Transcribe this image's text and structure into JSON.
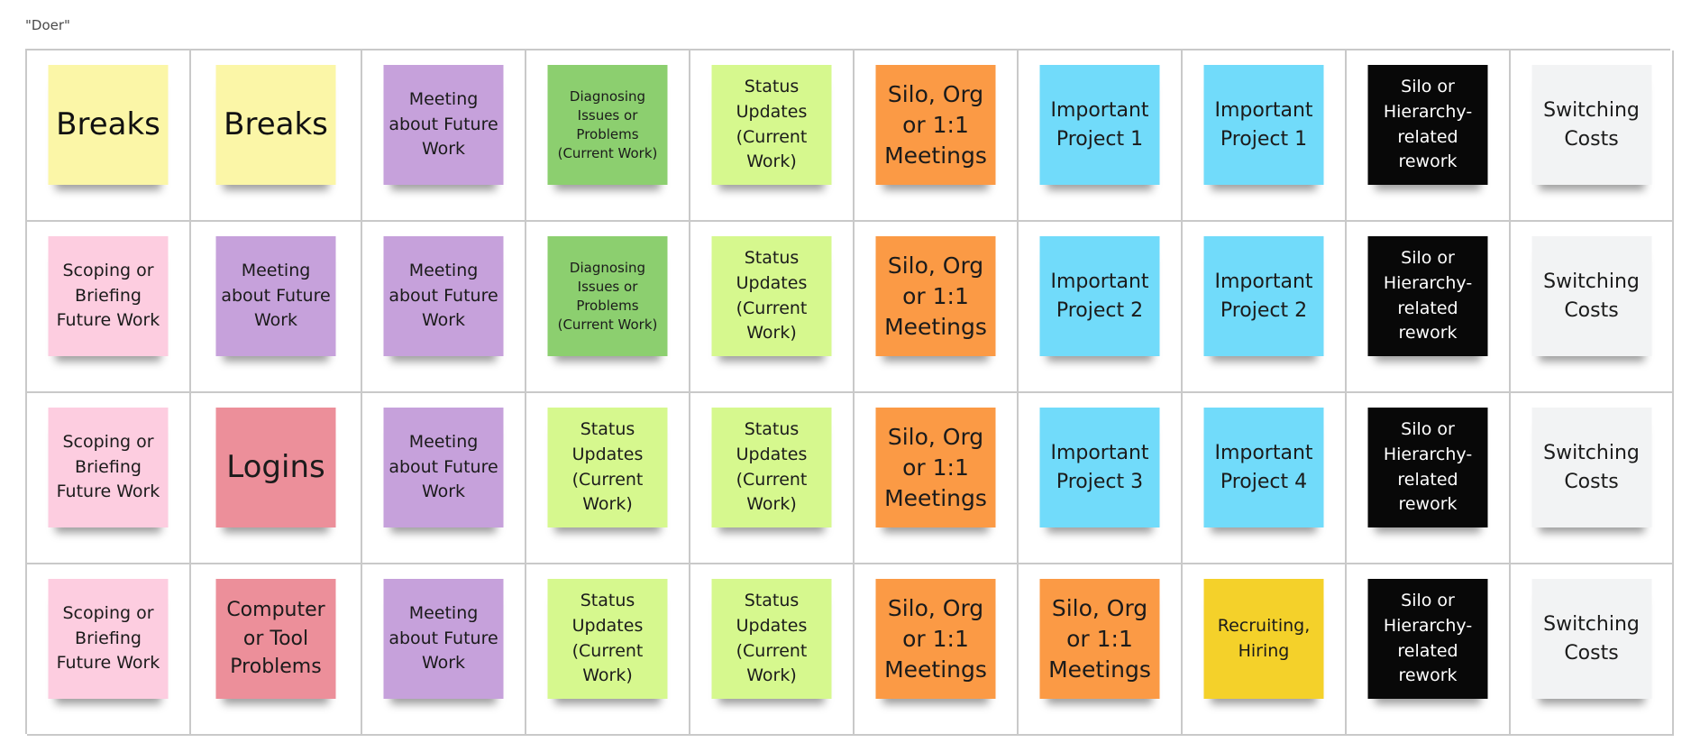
{
  "board": {
    "frame_title": "\"Doer\"",
    "rows": [
      {
        "notes": [
          {
            "text": "Breaks",
            "color": "yellow",
            "size": "xl"
          },
          {
            "text": "Breaks",
            "color": "yellow",
            "size": "xl"
          },
          {
            "text": "Meeting about Future Work",
            "color": "purple",
            "size": "s"
          },
          {
            "text": "Diagnosing Issues or Problems (Current Work)",
            "color": "green",
            "size": "xs"
          },
          {
            "text": "Status Updates (Current Work)",
            "color": "lime",
            "size": "s"
          },
          {
            "text": "Silo, Org or 1:1 Meetings",
            "color": "orange",
            "size": "l"
          },
          {
            "text": "Important Project 1",
            "color": "blue",
            "size": "m"
          },
          {
            "text": "Important Project 1",
            "color": "blue",
            "size": "m"
          },
          {
            "text": "Silo or Hierarchy-related rework",
            "color": "black",
            "size": "s"
          },
          {
            "text": "Switching Costs",
            "color": "white",
            "size": "m"
          }
        ]
      },
      {
        "notes": [
          {
            "text": "Scoping or Briefing Future Work",
            "color": "pink",
            "size": "s"
          },
          {
            "text": "Meeting about Future Work",
            "color": "purple",
            "size": "s"
          },
          {
            "text": "Meeting about Future Work",
            "color": "purple",
            "size": "s"
          },
          {
            "text": "Diagnosing Issues or Problems (Current Work)",
            "color": "green",
            "size": "xs"
          },
          {
            "text": "Status Updates (Current Work)",
            "color": "lime",
            "size": "s"
          },
          {
            "text": "Silo, Org or 1:1 Meetings",
            "color": "orange",
            "size": "l"
          },
          {
            "text": "Important Project 2",
            "color": "blue",
            "size": "m"
          },
          {
            "text": "Important Project 2",
            "color": "blue",
            "size": "m"
          },
          {
            "text": "Silo or Hierarchy-related rework",
            "color": "black",
            "size": "s"
          },
          {
            "text": "Switching Costs",
            "color": "white",
            "size": "m"
          }
        ]
      },
      {
        "notes": [
          {
            "text": "Scoping or Briefing Future Work",
            "color": "pink",
            "size": "s"
          },
          {
            "text": "Logins",
            "color": "red",
            "size": "xl"
          },
          {
            "text": "Meeting about Future Work",
            "color": "purple",
            "size": "s"
          },
          {
            "text": "Status Updates (Current Work)",
            "color": "lime",
            "size": "s"
          },
          {
            "text": "Status Updates (Current Work)",
            "color": "lime",
            "size": "s"
          },
          {
            "text": "Silo, Org or 1:1 Meetings",
            "color": "orange",
            "size": "l"
          },
          {
            "text": "Important Project 3",
            "color": "blue",
            "size": "m"
          },
          {
            "text": "Important Project 4",
            "color": "blue",
            "size": "m"
          },
          {
            "text": "Silo or Hierarchy-related rework",
            "color": "black",
            "size": "s"
          },
          {
            "text": "Switching Costs",
            "color": "white",
            "size": "m"
          }
        ]
      },
      {
        "notes": [
          {
            "text": "Scoping or Briefing Future Work",
            "color": "pink",
            "size": "s"
          },
          {
            "text": "Computer or Tool Problems",
            "color": "red",
            "size": "m"
          },
          {
            "text": "Meeting about Future Work",
            "color": "purple",
            "size": "s"
          },
          {
            "text": "Status Updates (Current Work)",
            "color": "lime",
            "size": "s"
          },
          {
            "text": "Status Updates (Current Work)",
            "color": "lime",
            "size": "s"
          },
          {
            "text": "Silo, Org or 1:1 Meetings",
            "color": "orange",
            "size": "l"
          },
          {
            "text": "Silo, Org or 1:1 Meetings",
            "color": "orange",
            "size": "l"
          },
          {
            "text": "Recruiting, Hiring",
            "color": "gold",
            "size": "s"
          },
          {
            "text": "Silo or Hierarchy-related rework",
            "color": "black",
            "size": "s"
          },
          {
            "text": "Switching Costs",
            "color": "white",
            "size": "m"
          }
        ]
      }
    ]
  }
}
